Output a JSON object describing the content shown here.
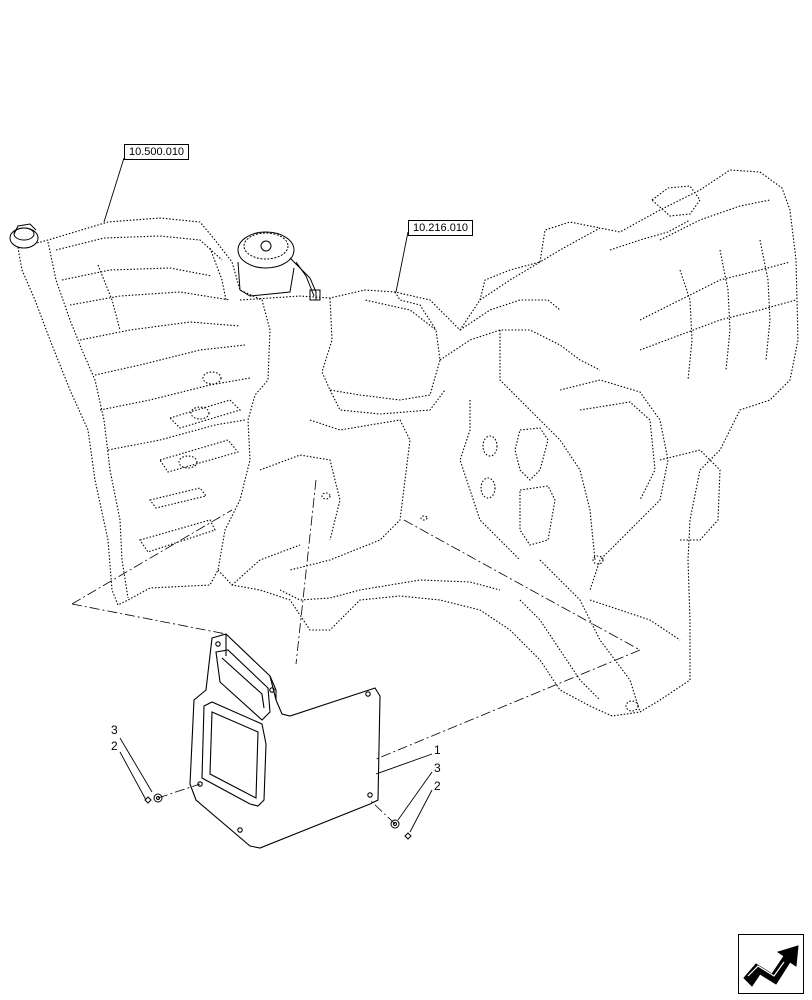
{
  "references": {
    "fuel_tank": "10.500.010",
    "frame": "10.216.010"
  },
  "callouts": {
    "left_3": "3",
    "left_2": "2",
    "right_1": "1",
    "right_3": "3",
    "right_2": "2"
  },
  "icons": {
    "navigation": "arrow-navigation-icon"
  }
}
